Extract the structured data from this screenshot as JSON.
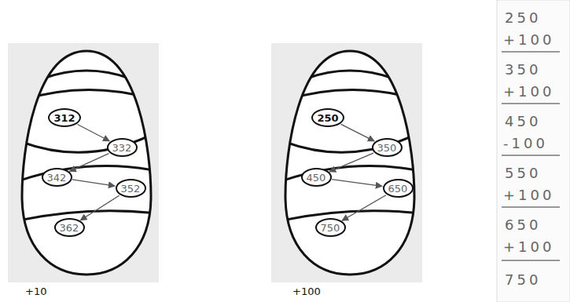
{
  "diagram": {
    "nodes": [
      {
        "text": [
          "312"
        ]
      },
      {
        "text": [
          "332"
        ]
      },
      {
        "text": [
          "342"
        ]
      },
      {
        "text": [
          "352"
        ]
      },
      {
        "text": [
          "362"
        ]
      },
      {
        "text": [
          "250"
        ]
      },
      {
        "text": [
          "350"
        ]
      },
      {
        "text": [
          "450"
        ]
      },
      {
        "text": [
          "650"
        ]
      },
      {
        "text": [
          "750"
        ]
      }
    ],
    "edges": [
      {
        "from": 0,
        "to": 1,
        "arrow": "to"
      },
      {
        "from": 1,
        "to": 2,
        "arrow": "to"
      },
      {
        "from": 2,
        "to": 3,
        "arrow": "to"
      },
      {
        "from": 3,
        "to": 4,
        "arrow": "to"
      },
      {
        "from": 5,
        "to": 6,
        "arrow": "to"
      },
      {
        "from": 6,
        "to": 7,
        "arrow": "to"
      },
      {
        "from": 7,
        "to": 8,
        "arrow": "to"
      },
      {
        "from": 8,
        "to": 9,
        "arrow": "to"
      }
    ],
    "labels": [
      "+10",
      "+100",
      "250",
      "+100",
      "350",
      "+100",
      "450",
      "-100",
      "550",
      "+100",
      "650",
      "+100",
      "750"
    ]
  }
}
